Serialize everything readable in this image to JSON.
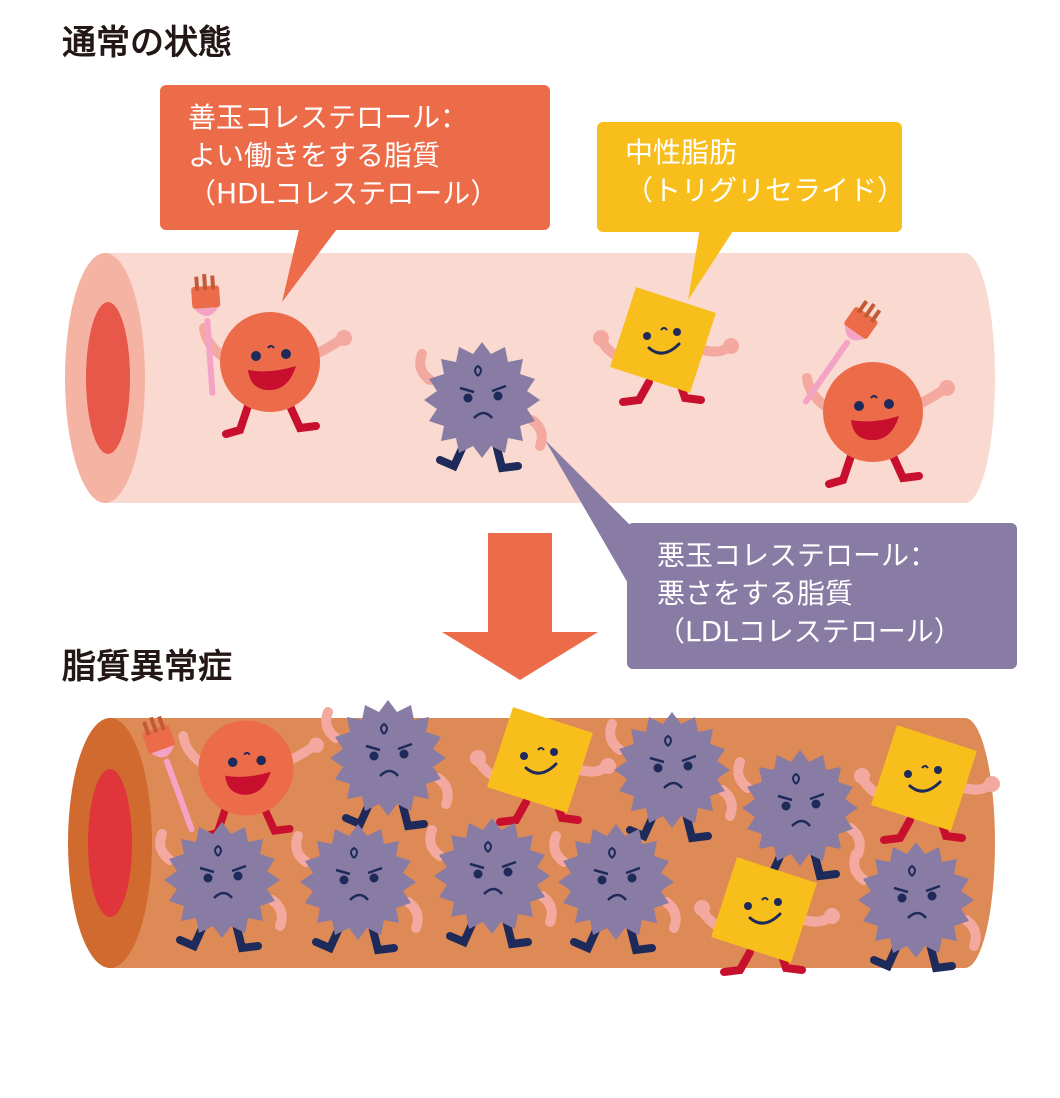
{
  "headings": {
    "normal": "通常の状態",
    "disease": "脂質異常症"
  },
  "bubbles": {
    "hdl": [
      "善玉コレステロール：",
      "よい働きをする脂質",
      "（HDLコレステロール）"
    ],
    "triglyceride": [
      "中性脂肪",
      "（トリグリセライド）"
    ],
    "ldl": [
      "悪玉コレステロール：",
      "悪さをする脂質",
      "（LDLコレステロール）"
    ]
  },
  "colors": {
    "hdl": "#ec6b48",
    "triglyceride": "#f7be1c",
    "ldl": "#887ba4",
    "vessel_normal": "#fad9d0",
    "vessel_disease": "#dd8a56",
    "arrow": "#ec6b48"
  },
  "icons": [
    "hdl-character-icon",
    "triglyceride-character-icon",
    "ldl-character-icon",
    "fork-icon",
    "down-arrow-icon"
  ]
}
